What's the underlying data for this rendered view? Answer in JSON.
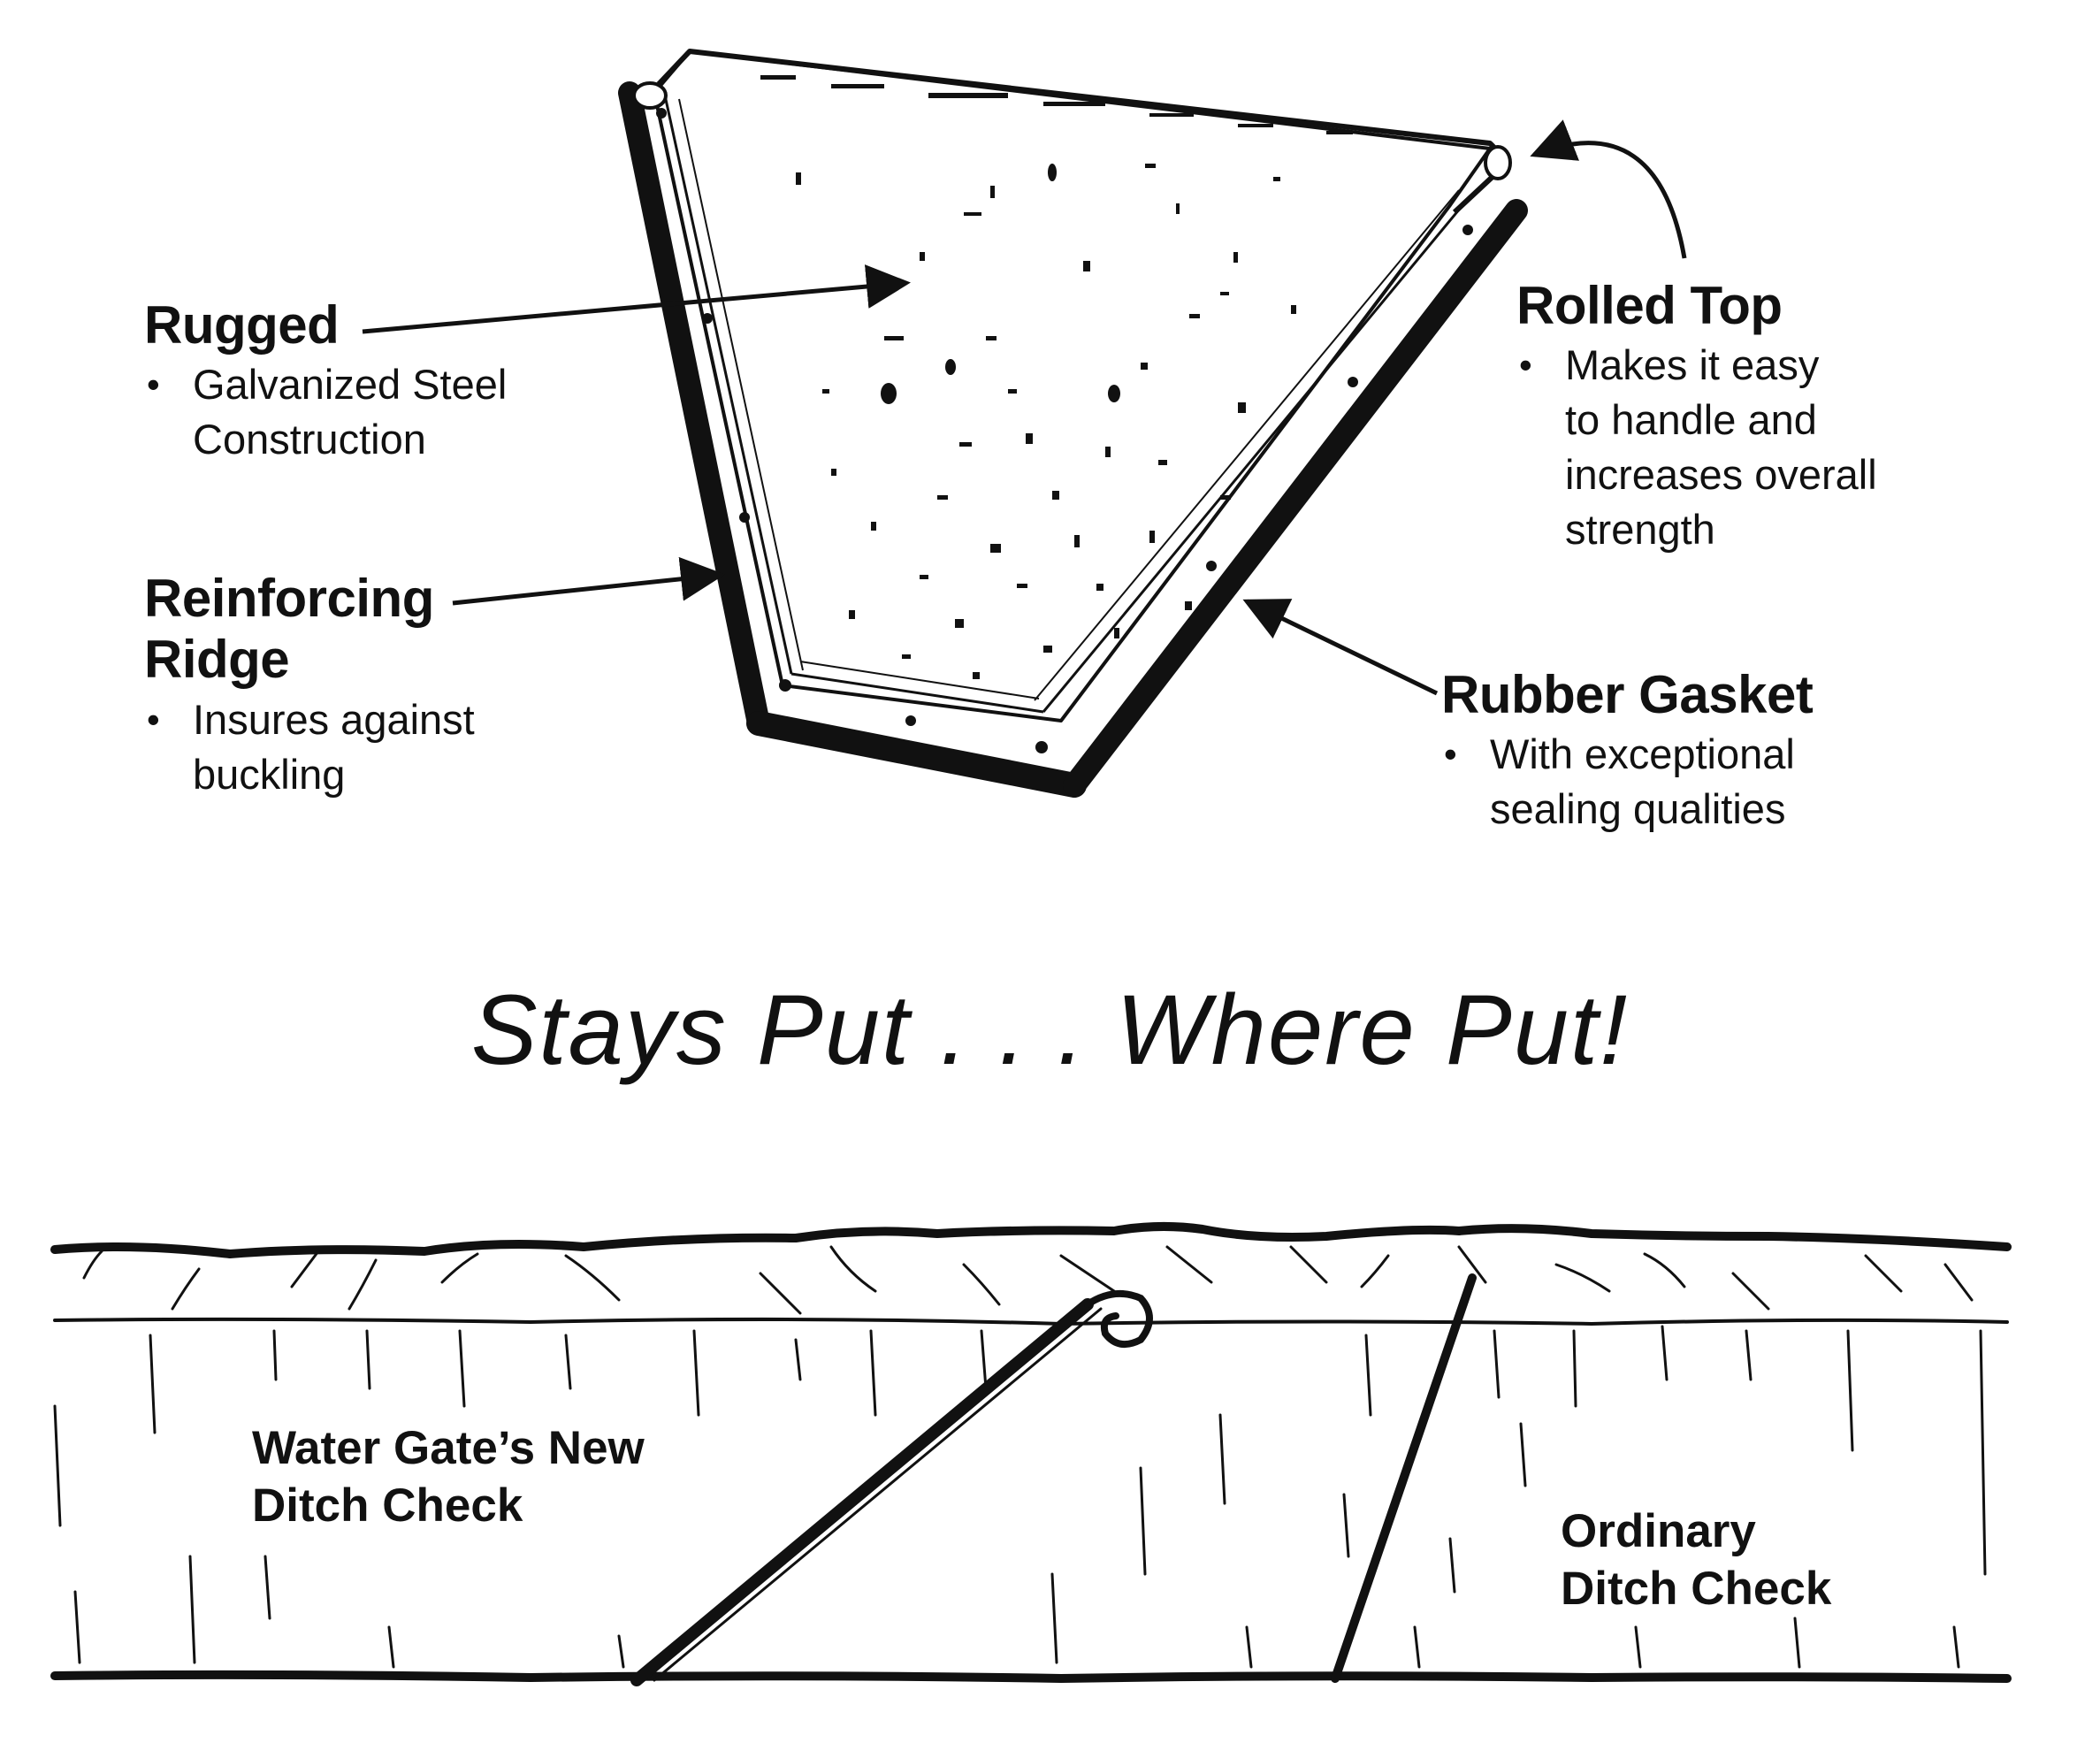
{
  "callouts": {
    "rugged": {
      "title": "Rugged",
      "bullet_lines": [
        "Galvanized Steel",
        "Construction"
      ]
    },
    "reinforcing_ridge": {
      "title_lines": [
        "Reinforcing",
        "Ridge"
      ],
      "bullet_lines": [
        "Insures against",
        "buckling"
      ]
    },
    "rolled_top": {
      "title": "Rolled Top",
      "bullet_lines": [
        "Makes it easy",
        "to handle and",
        "increases overall",
        "strength"
      ]
    },
    "rubber_gasket": {
      "title": "Rubber Gasket",
      "bullet_lines": [
        "With exceptional",
        "sealing qualities"
      ]
    }
  },
  "slogan": "Stays Put . . . Where Put!",
  "ditch": {
    "new_check_lines": [
      "Water Gate’s New",
      "Ditch Check"
    ],
    "ordinary_check_lines": [
      "Ordinary",
      "Ditch Check"
    ]
  },
  "bullet_glyph": "•",
  "ink_color": "#111111",
  "paper_color": "#ffffff"
}
